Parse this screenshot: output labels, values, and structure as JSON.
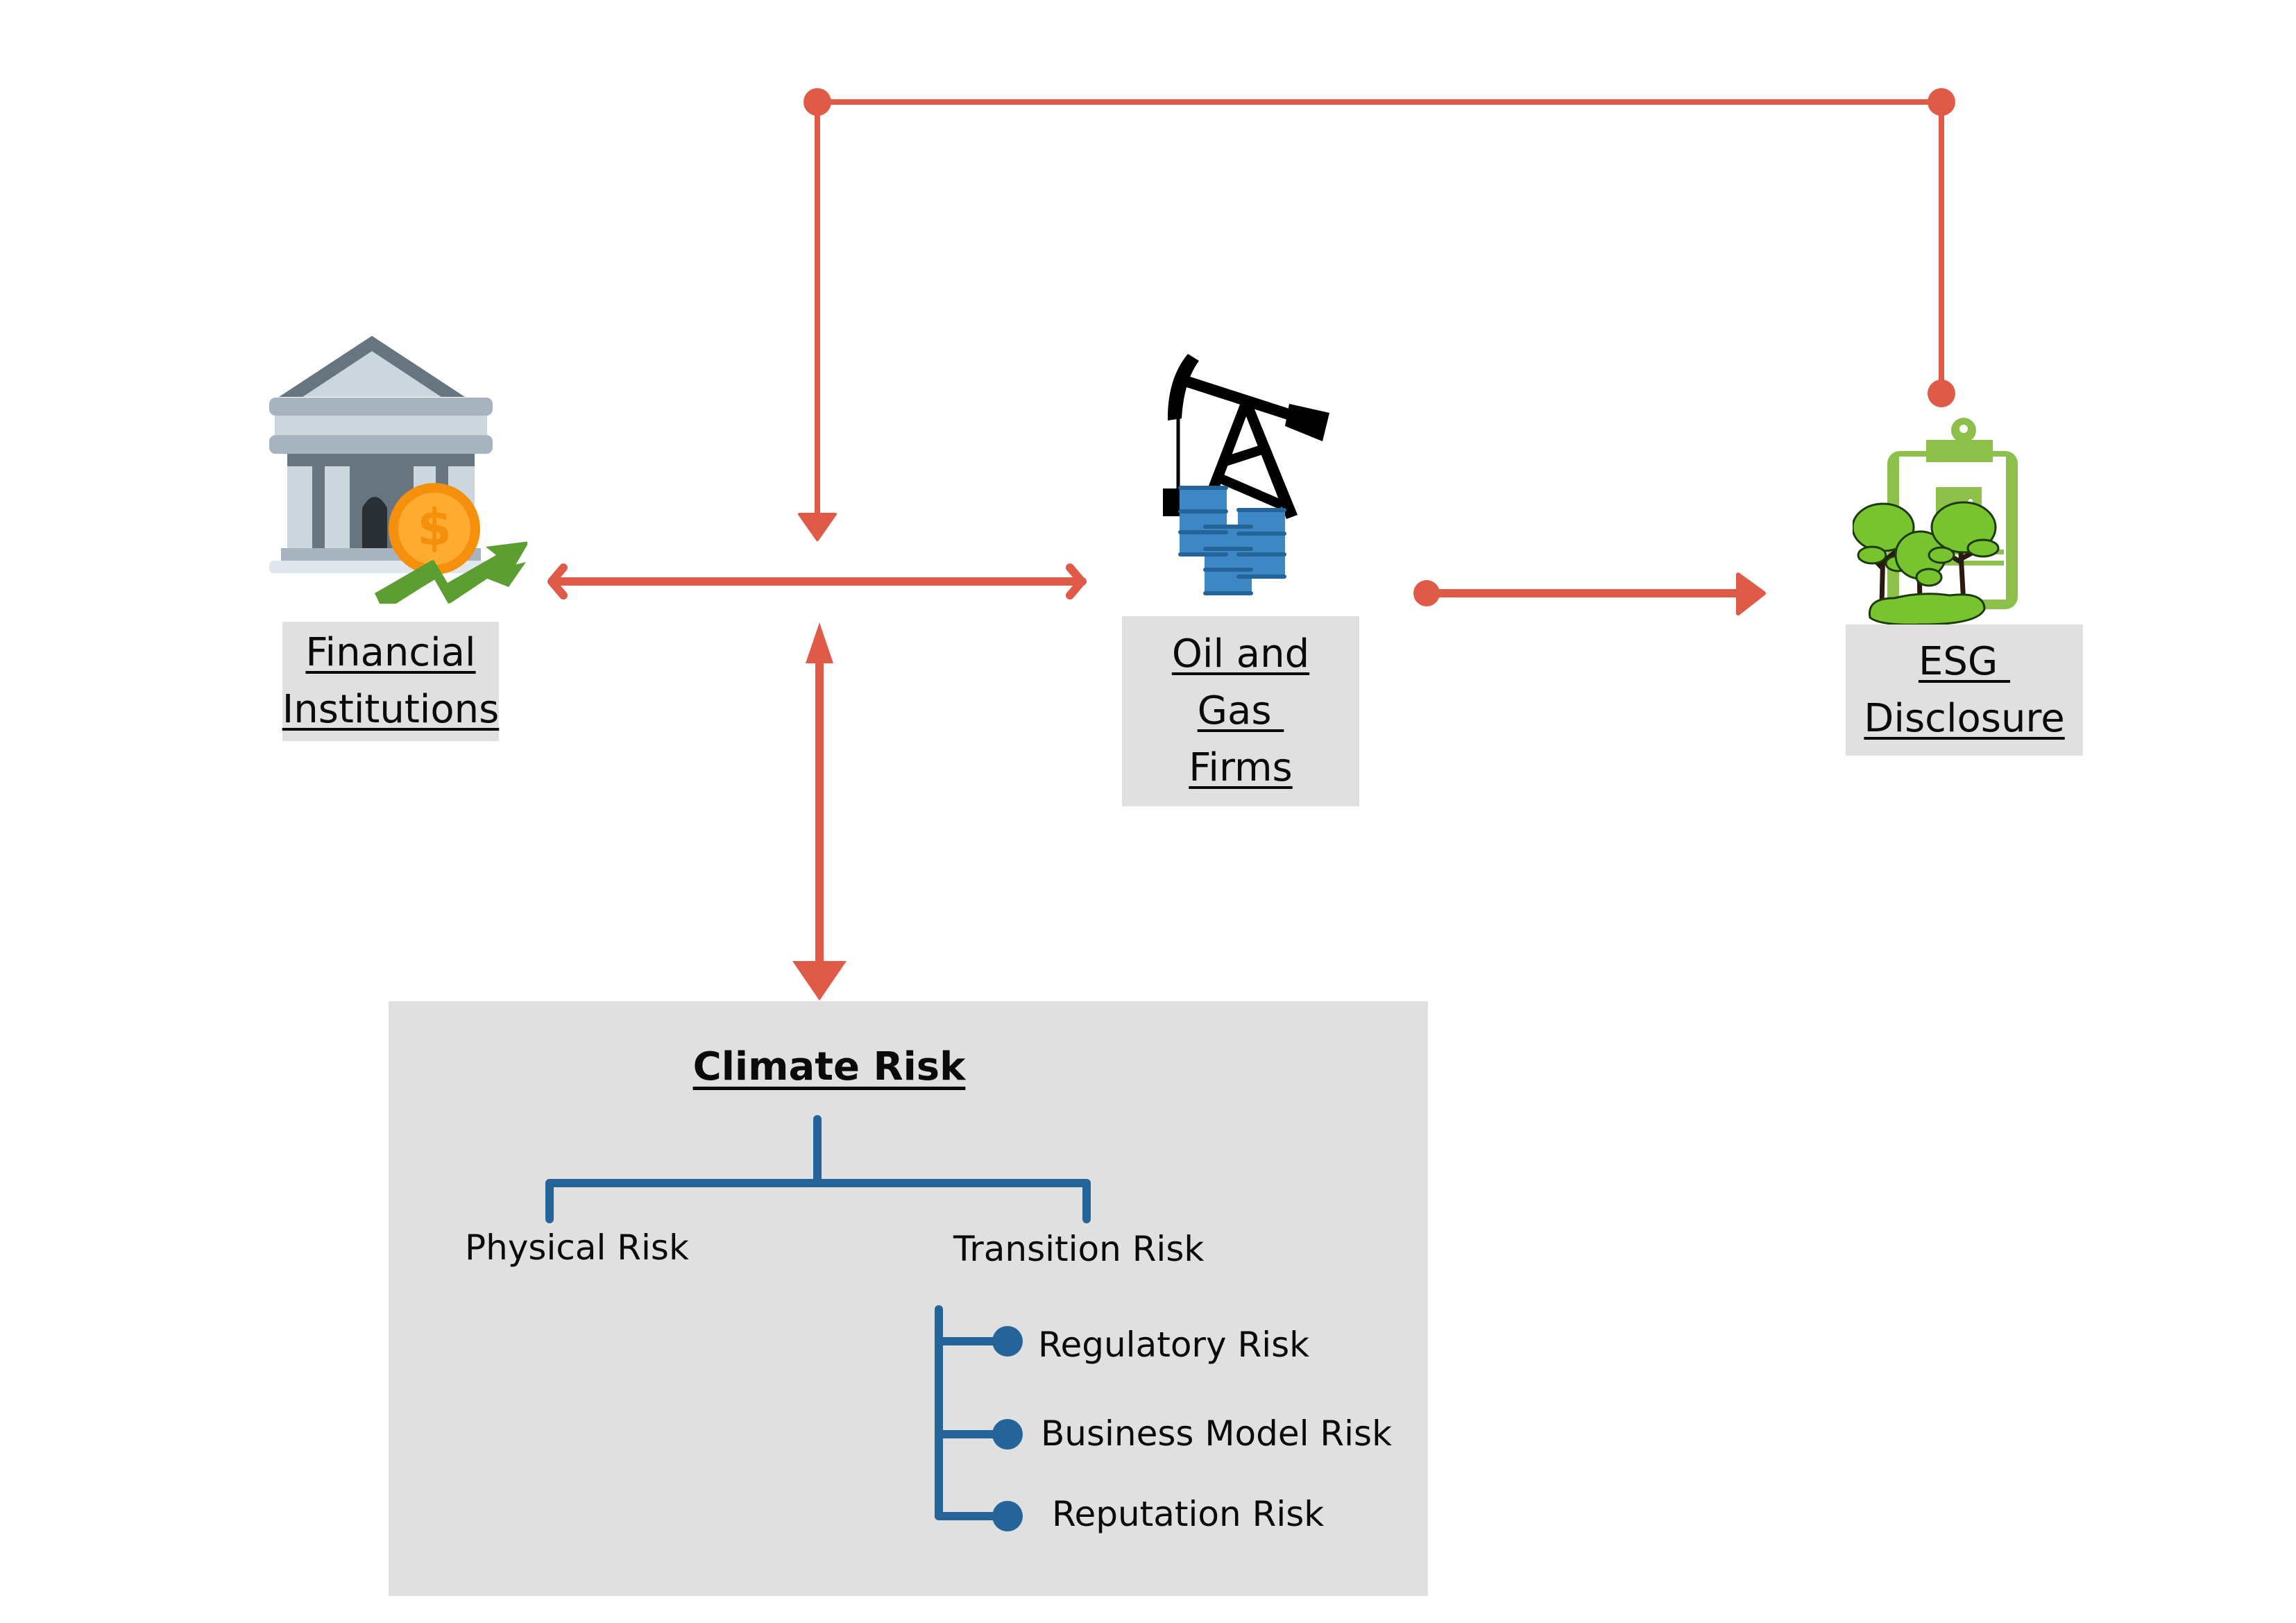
{
  "diagram": {
    "title": "Climate risk relationships between financial institutions, oil and gas firms and ESG disclosure",
    "nodes": {
      "financial": {
        "lines": [
          "Financial",
          "Institutions"
        ],
        "icon": "bank-icon"
      },
      "oil_gas": {
        "lines": [
          "Oil and",
          "Gas ",
          "Firms"
        ],
        "icon": "oil-pump-icon"
      },
      "esg": {
        "lines": [
          "ESG ",
          "Disclosure"
        ],
        "icon": "clipboard-trees-icon"
      }
    },
    "climate_risk": {
      "title": "Climate Risk",
      "branches": [
        {
          "label": "Physical Risk",
          "children": []
        },
        {
          "label": "Transition Risk",
          "children": [
            "Regulatory Risk",
            "Business Model Risk",
            "Reputation Risk"
          ]
        }
      ]
    },
    "edges": [
      {
        "from": "esg",
        "to": "financial-oil-link",
        "type": "elbow-dot-to-arrow"
      },
      {
        "from": "financial",
        "to": "oil_gas",
        "type": "bidirectional"
      },
      {
        "from": "financial-oil-link",
        "to": "climate_risk",
        "type": "bidirectional"
      },
      {
        "from": "oil_gas",
        "to": "esg",
        "type": "dot-to-arrow"
      }
    ],
    "colors": {
      "connector": "#E05A48",
      "tree": "#256499",
      "box": "#E0E0E0"
    }
  }
}
